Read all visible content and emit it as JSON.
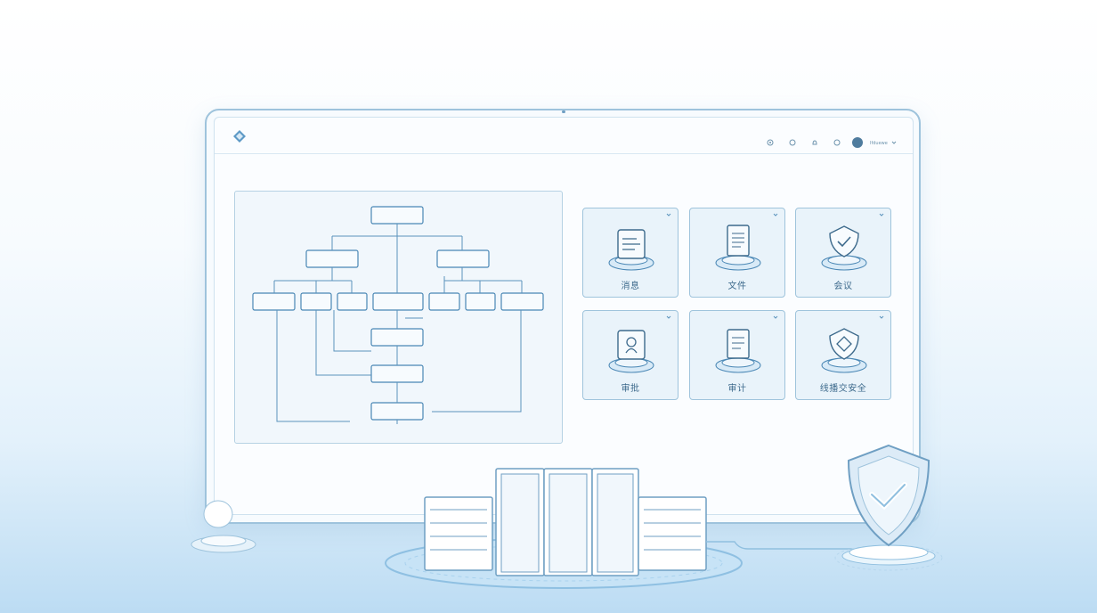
{
  "header": {
    "user_name": "Ifduewe",
    "icons": [
      "logo-icon",
      "settings-icon",
      "help-icon",
      "bell-icon",
      "search-icon",
      "avatar",
      "chevron-down-icon"
    ]
  },
  "tiles": [
    {
      "label": "消息",
      "icon": "message-icon"
    },
    {
      "label": "文件",
      "icon": "document-icon"
    },
    {
      "label": "会议",
      "icon": "shield-check-icon"
    },
    {
      "label": "审批",
      "icon": "approval-icon"
    },
    {
      "label": "审计",
      "icon": "audit-icon"
    },
    {
      "label": "线播交安全",
      "icon": "security-icon"
    }
  ],
  "colors": {
    "accent": "#4a87b5",
    "line": "#5b93bd",
    "panel": "#eef6fc",
    "text": "#3d6a8c"
  }
}
